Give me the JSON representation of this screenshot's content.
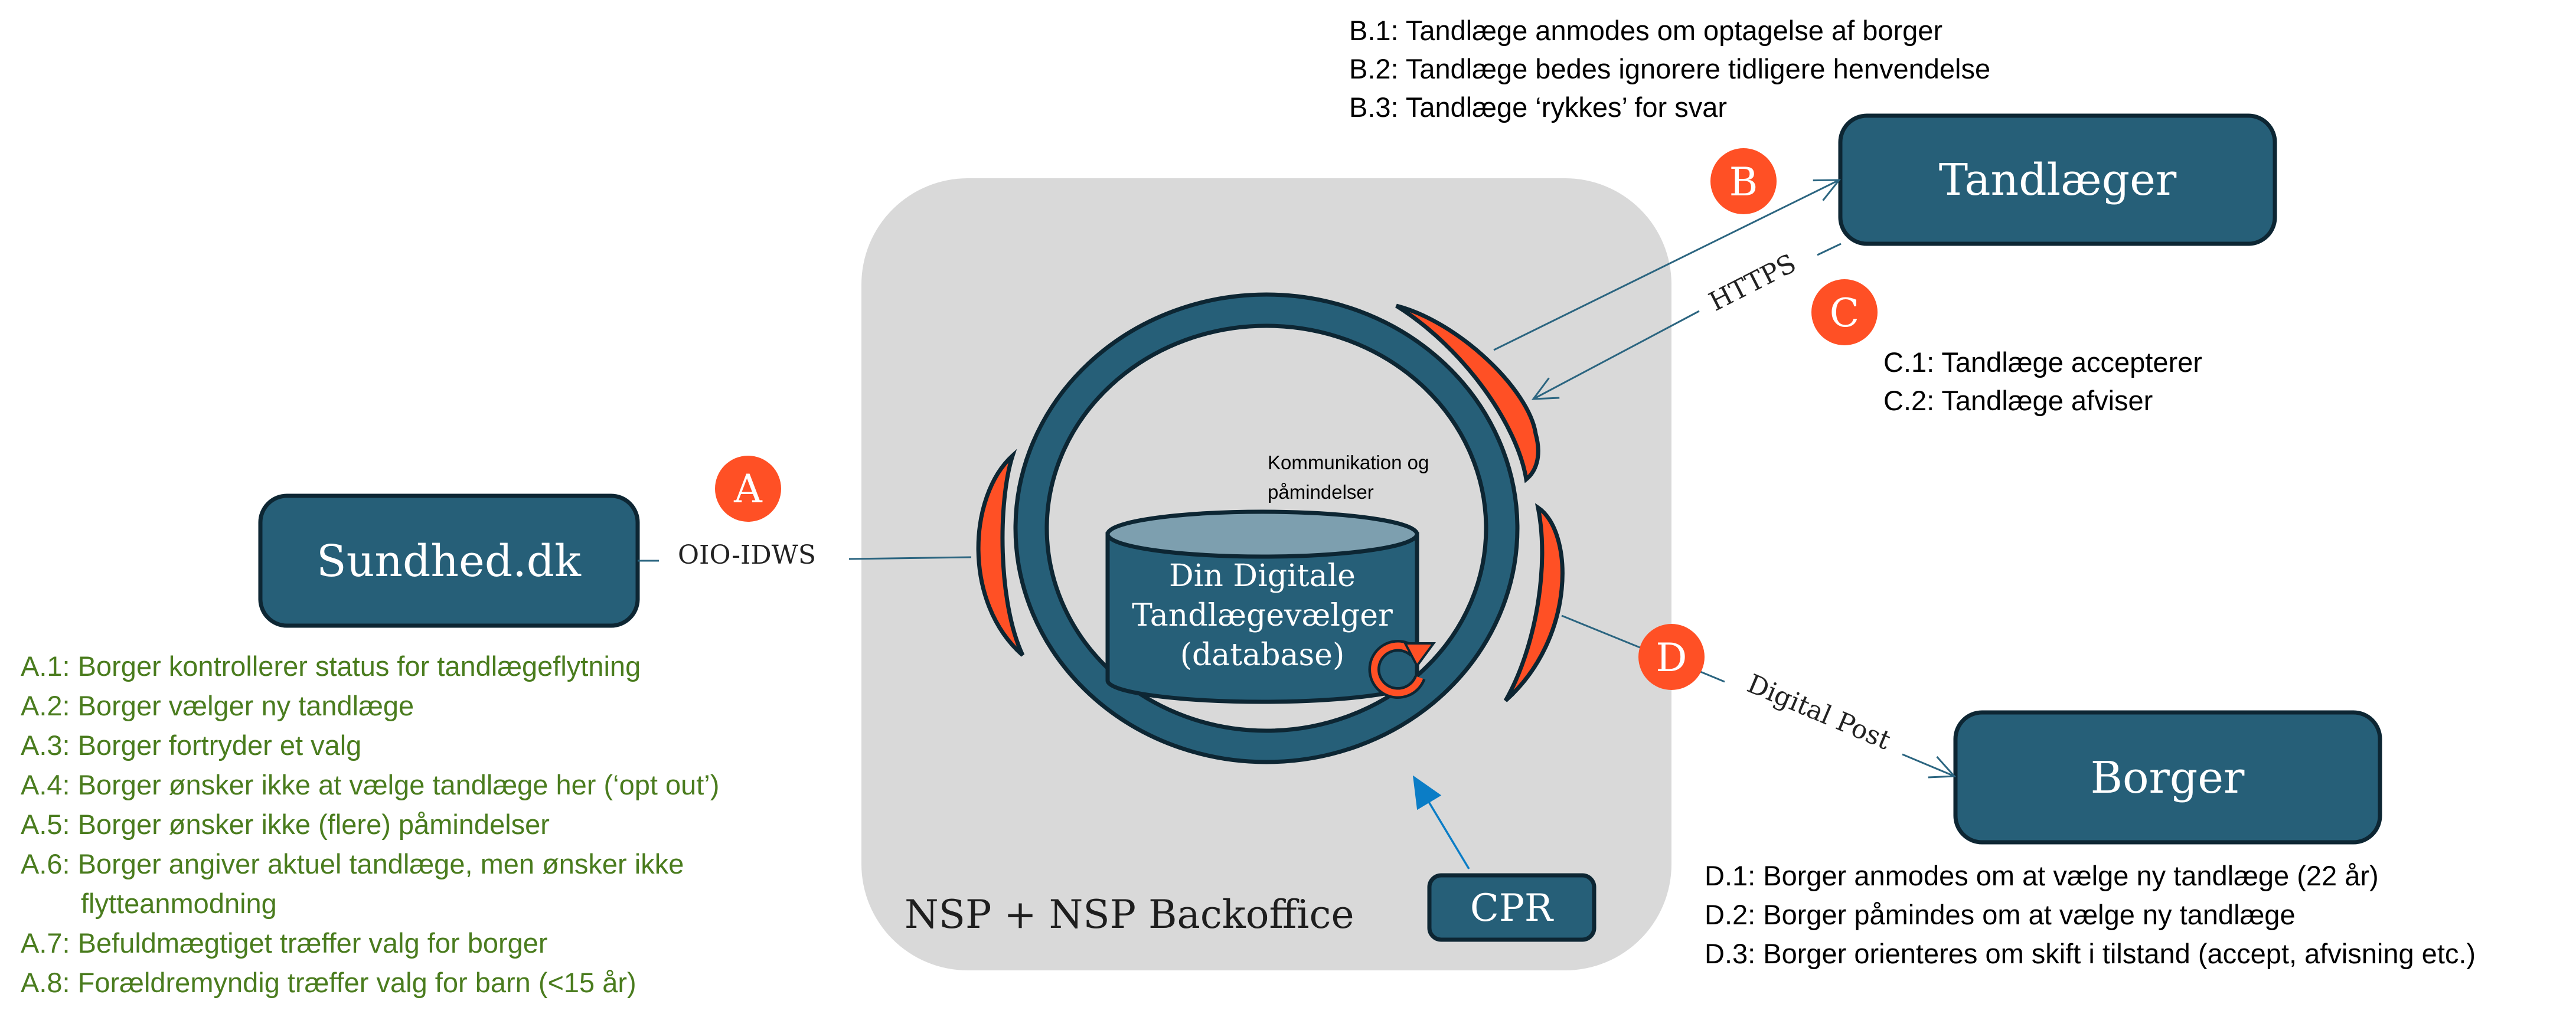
{
  "colors": {
    "box_fill": "#265F78",
    "outline": "#0D2633",
    "accent_orange": "#FF5025",
    "panel_gray": "#D9D9D9",
    "db_top": "#7D9FAF",
    "connector": "#2B6580",
    "cpr_arrow": "#0B7DC6",
    "green_text": "#4A7C1E"
  },
  "panel": {
    "title": "NSP + NSP Backoffice"
  },
  "database": {
    "lines": [
      "Din Digitale",
      "Tandlægevælger",
      "(database)"
    ],
    "note_lines": [
      "Kommunikation og",
      "påmindelser"
    ]
  },
  "nodes": {
    "sundhed": "Sundhed.dk",
    "tandlaeger": "Tandlæger",
    "borger": "Borger",
    "cpr": "CPR"
  },
  "badges": {
    "a": "A",
    "b": "B",
    "c": "C",
    "d": "D"
  },
  "connections": {
    "oio": "OIO-IDWS",
    "https": "HTTPS",
    "digital_post": "Digital Post"
  },
  "lists": {
    "a": [
      "A.1: Borger kontrollerer status for tandlægeflytning",
      "A.2: Borger vælger ny tandlæge",
      "A.3: Borger fortryder et valg",
      "A.4: Borger ønsker ikke at vælge tandlæge her (‘opt out’)",
      "A.5: Borger ønsker ikke (flere) påmindelser",
      "A.6: Borger angiver aktuel tandlæge, men ønsker ikke",
      "flytteanmodning",
      "A.7: Befuldmægtiget træffer valg for borger",
      "A.8: Forældremyndig træffer valg for barn (<15 år)"
    ],
    "b": [
      "B.1: Tandlæge anmodes om optagelse af borger",
      "B.2: Tandlæge bedes ignorere tidligere henvendelse",
      "B.3: Tandlæge ‘rykkes’ for svar"
    ],
    "c": [
      "C.1: Tandlæge accepterer",
      "C.2: Tandlæge afviser"
    ],
    "d": [
      "D.1: Borger anmodes om at vælge ny tandlæge (22 år)",
      "D.2: Borger påmindes om at vælge ny tandlæge",
      "D.3: Borger orienteres om skift i tilstand (accept, afvisning etc.)"
    ]
  }
}
